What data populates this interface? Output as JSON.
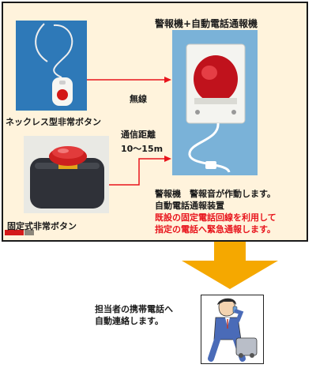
{
  "alarm_title": "警報機+自動電話通報機",
  "necklace_label": "ネックレス型非常ボタン",
  "wireless_label": "無線",
  "range_label": "通信距離",
  "range_value": "10～15m",
  "fixed_label": "固定式非常ボタン",
  "desc_line1": "警報機　警報音が作動します。",
  "desc_line2": "自動電話通報装置",
  "desc_line3": "既設の固定電話回線を利用して",
  "desc_line4": "指定の電話へ緊急通報します。",
  "contact_line1": "担当者の携帯電話へ",
  "contact_line2": "自動連絡します。",
  "colors": {
    "arrow": "#f5a800",
    "emphasis": "#e8141c",
    "connector": "#e8141c",
    "panel_bg": "#fff3dc"
  }
}
